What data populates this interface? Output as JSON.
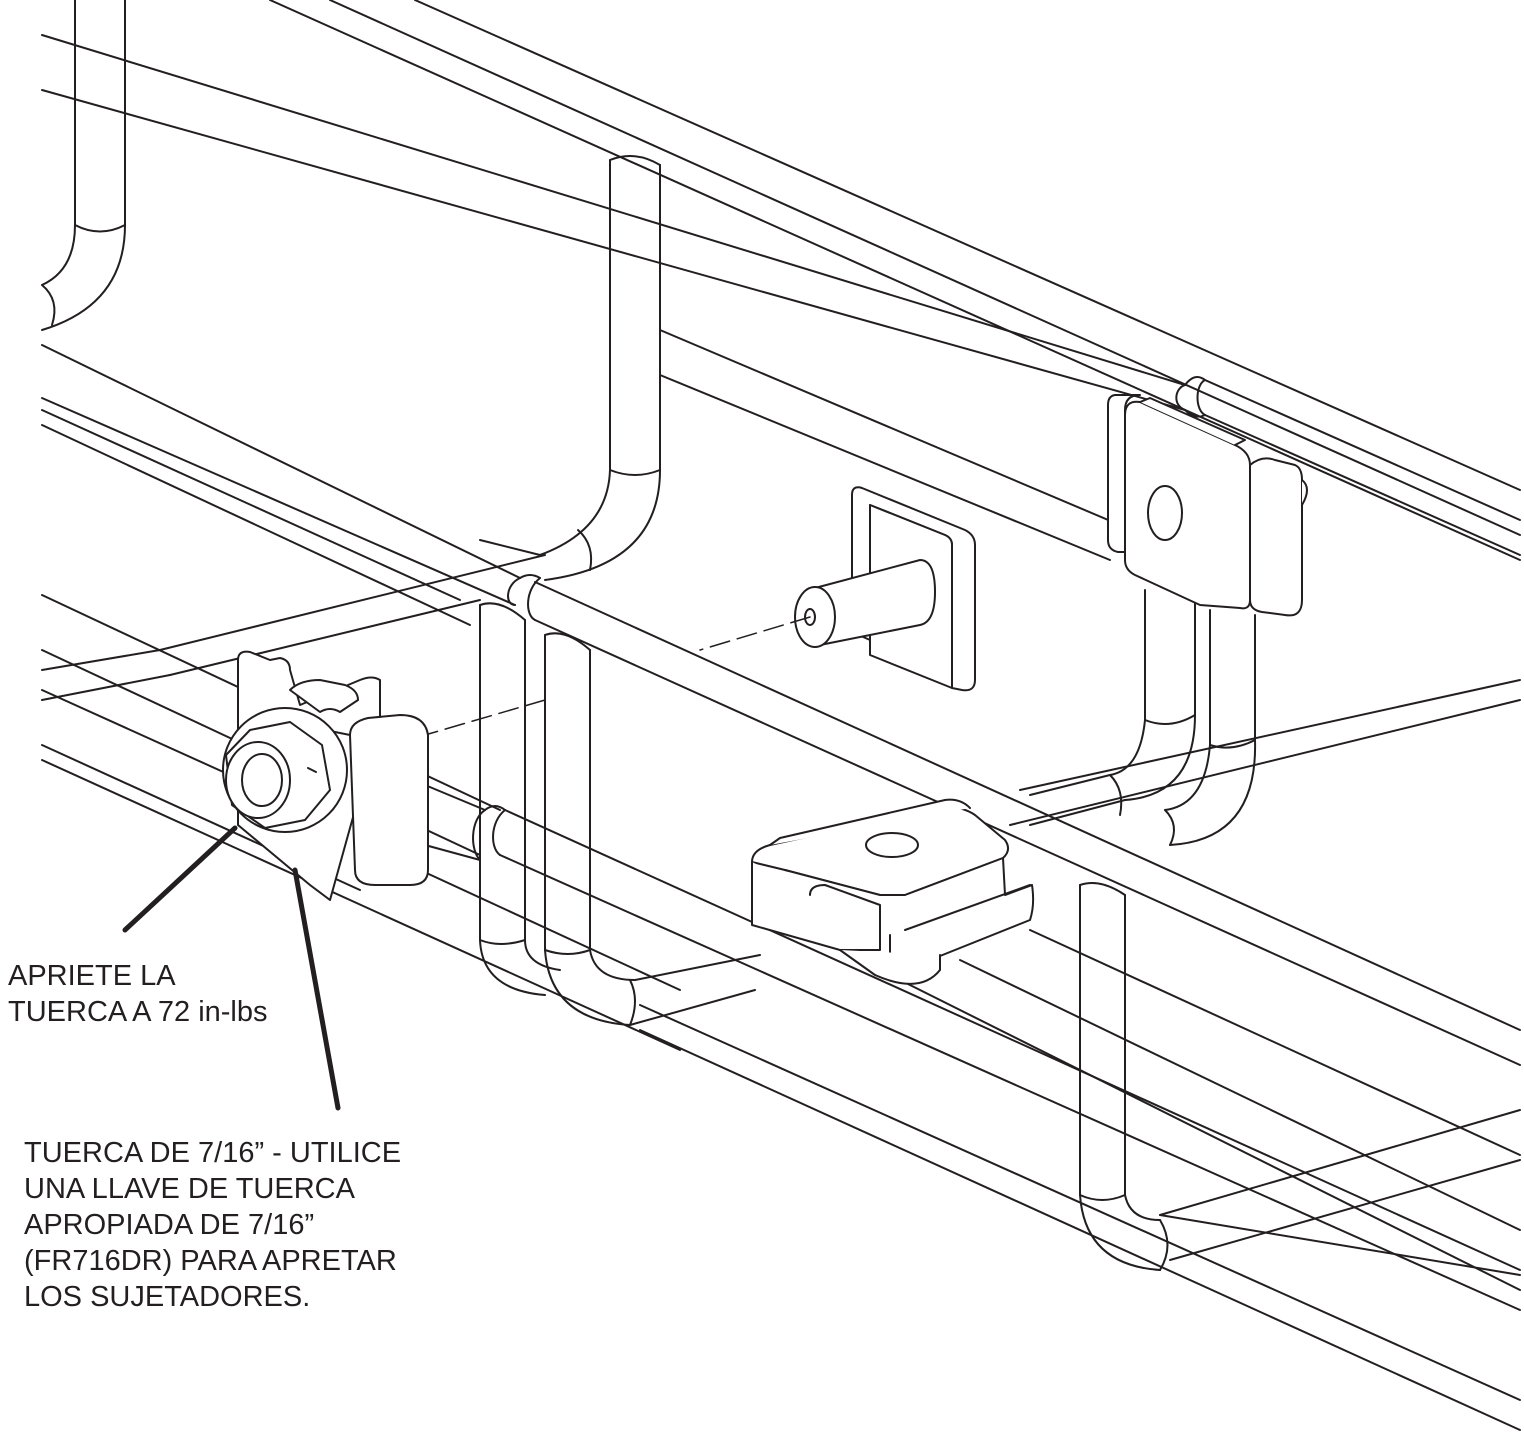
{
  "callouts": {
    "torque": {
      "lines": [
        "APRIETE LA",
        "TUERCA A 72 in-lbs"
      ]
    },
    "wrench": {
      "lines": [
        "TUERCA DE 7/16” - UTILICE",
        "UNA LLAVE DE TUERCA",
        "APROPIADA DE 7/16”",
        "(FR716DR) PARA APRETAR",
        "LOS SUJETADORES."
      ]
    }
  },
  "colors": {
    "line": "#231f20",
    "fill": "#ffffff"
  }
}
